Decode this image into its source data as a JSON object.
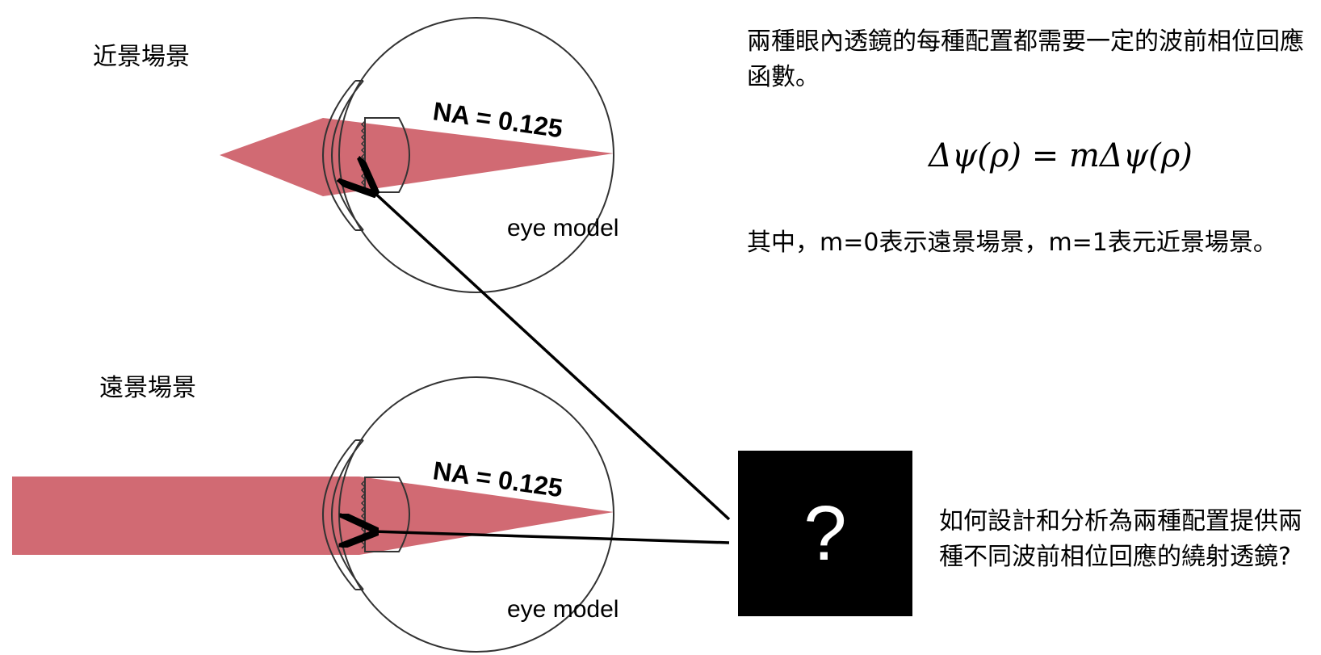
{
  "scenes": {
    "near_label": "近景場景",
    "far_label": "遠景場景"
  },
  "eye": {
    "na_label": "NA = 0.125",
    "model_label": "eye model"
  },
  "text": {
    "intro": "兩種眼內透鏡的每種配置都需要一定的波前相位回應函數。",
    "formula_lhs": "Δψ(ρ)",
    "formula_eq": " = ",
    "formula_rhs": "mΔψ(ρ)",
    "where": "其中，m=0表示遠景場景，m=1表元近景場景。",
    "question": "如何設計和分析為兩種配置提供兩種不同波前相位回應的繞射透鏡?"
  },
  "mystery": {
    "symbol": "?"
  },
  "colors": {
    "beam": "#c9505a",
    "outline": "#333333",
    "box": "#000000"
  }
}
